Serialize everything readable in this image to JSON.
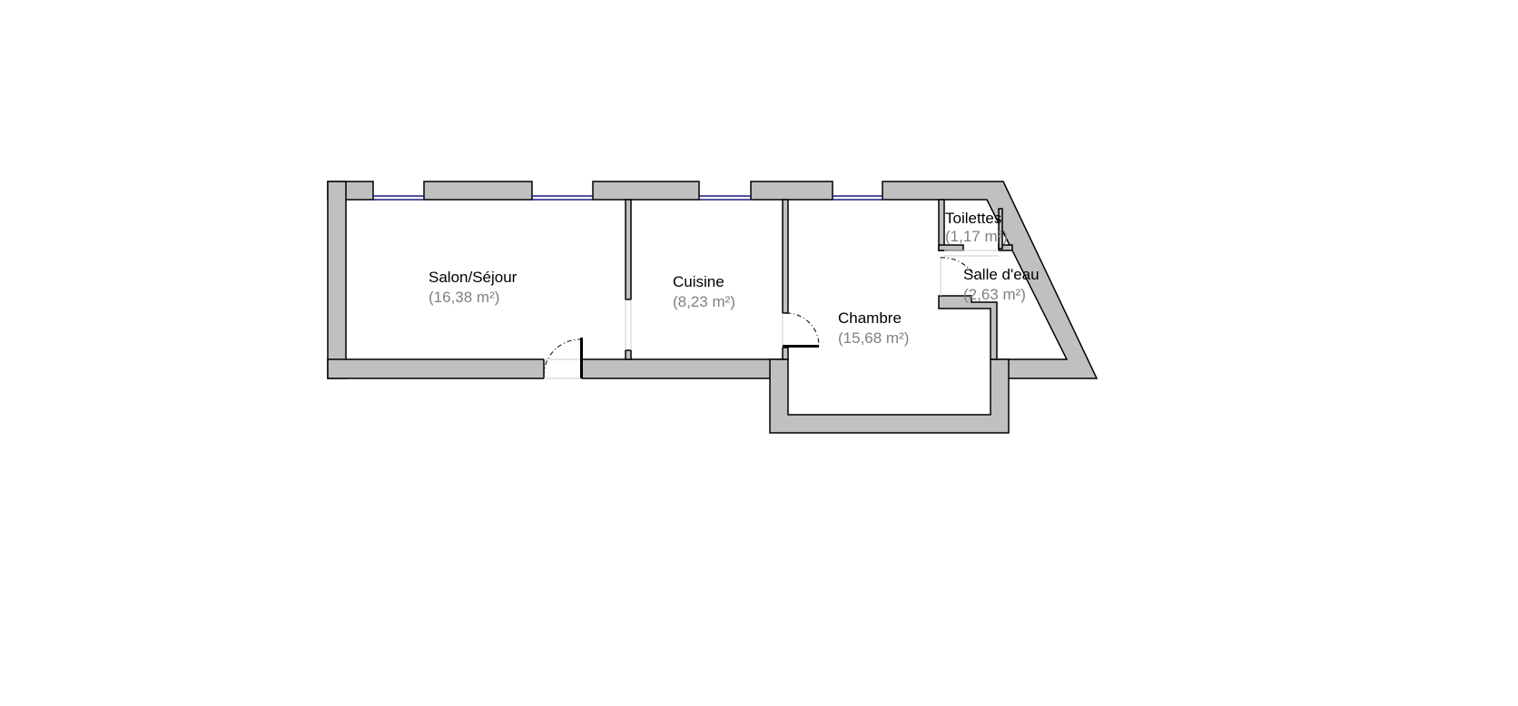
{
  "rooms": [
    {
      "name": "Salon/Séjour",
      "area": "(16,38 m²)"
    },
    {
      "name": "Cuisine",
      "area": "(8,23 m²)"
    },
    {
      "name": "Chambre",
      "area": "(15,68 m²)"
    },
    {
      "name": "Toilettes",
      "area": "(1,17 m²)"
    },
    {
      "name": "Salle d'eau",
      "area": "(2,63 m²)"
    }
  ]
}
